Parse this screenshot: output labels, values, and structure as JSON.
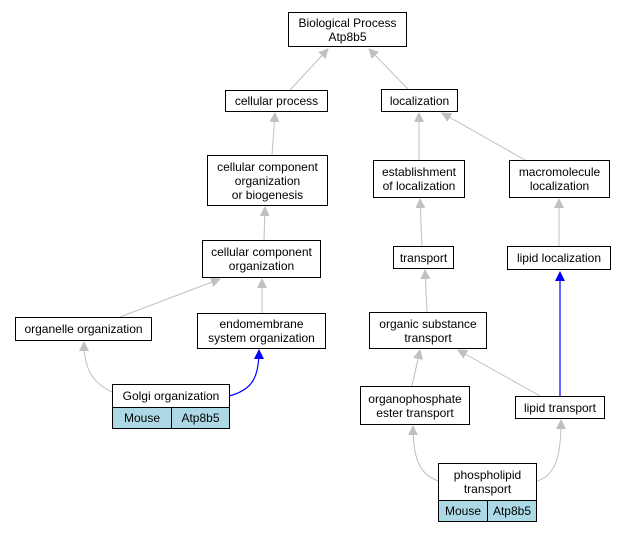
{
  "colors": {
    "edge_default": "#c0c0c0",
    "edge_highlight": "#0000ff",
    "tag_fill": "#add8e6"
  },
  "nodes": {
    "bp": "Biological Process\nAtp8b5",
    "cellular_process": "cellular process",
    "localization": "localization",
    "ccob": "cellular component\norganization\nor biogenesis",
    "est_loc": "establishment\nof localization",
    "macro_loc": "macromolecule\nlocalization",
    "cco": "cellular component\norganization",
    "transport": "transport",
    "lipid_loc": "lipid localization",
    "organelle_org": "organelle organization",
    "endomembrane": "endomembrane\nsystem organization",
    "organic_sub": "organic substance\ntransport",
    "golgi": "Golgi organization",
    "organophosphate": "organophosphate\nester transport",
    "lipid_transport": "lipid transport",
    "phospholipid": "phospholipid\ntransport"
  },
  "tags": {
    "golgi_species": "Mouse",
    "golgi_gene": "Atp8b5",
    "phospho_species": "Mouse",
    "phospho_gene": "Atp8b5"
  }
}
